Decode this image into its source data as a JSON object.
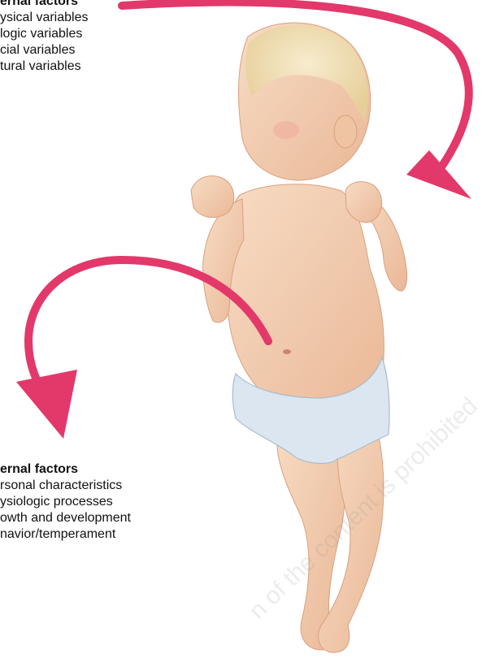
{
  "external": {
    "heading": "ernal factors",
    "items": [
      "ysical variables",
      "logic variables",
      "cial variables",
      "tural variables"
    ]
  },
  "internal": {
    "heading": "ernal factors",
    "items": [
      "rsonal characteristics",
      "ysiologic processes",
      "owth and development",
      "navior/temperament"
    ]
  },
  "watermark": "n of the content is prohibited",
  "colors": {
    "arrow": "#e3386a",
    "skin": "#f4d2b5",
    "diaper": "#dbe6f0",
    "hair": "#f3e1b8"
  }
}
